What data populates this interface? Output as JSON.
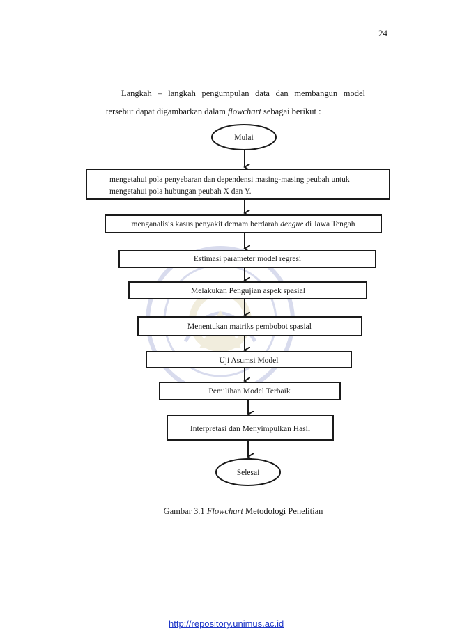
{
  "page_number": "24",
  "intro": {
    "line1": "Langkah – langkah pengumpulan data dan membangun model",
    "line2_before": "tersebut dapat digambarkan dalam ",
    "line2_italic": "flowchart",
    "line2_after": " sebagai berikut :"
  },
  "flowchart": {
    "start": "Mulai",
    "step1_line1": "mengetahui pola penyebaran dan dependensi masing-masing peubah untuk",
    "step1_line2": "mengetahui pola hubungan peubah X dan Y.",
    "step2_before": "menganalisis kasus penyakit demam  berdarah ",
    "step2_italic": "dengue",
    "step2_after": " di Jawa Tengah",
    "step3": "Estimasi parameter model regresi",
    "step4": "Melakukan Pengujian aspek spasial",
    "step5": "Menentukan matriks pembobot spasial",
    "step6": "Uji Asumsi Model",
    "step7": "Pemilihan Model Terbaik",
    "step8": "Interpretasi dan Menyimpulkan Hasil",
    "end": "Selesai"
  },
  "caption": {
    "prefix": "Gambar 3.1 ",
    "italic": "Flowchart",
    "suffix": " Metodologi Penelitian"
  },
  "footer_link": "http://repository.unimus.ac.id",
  "colors": {
    "link": "#1f37c8",
    "watermark": "#2c3f9e",
    "stroke": "#1a1a1a"
  }
}
